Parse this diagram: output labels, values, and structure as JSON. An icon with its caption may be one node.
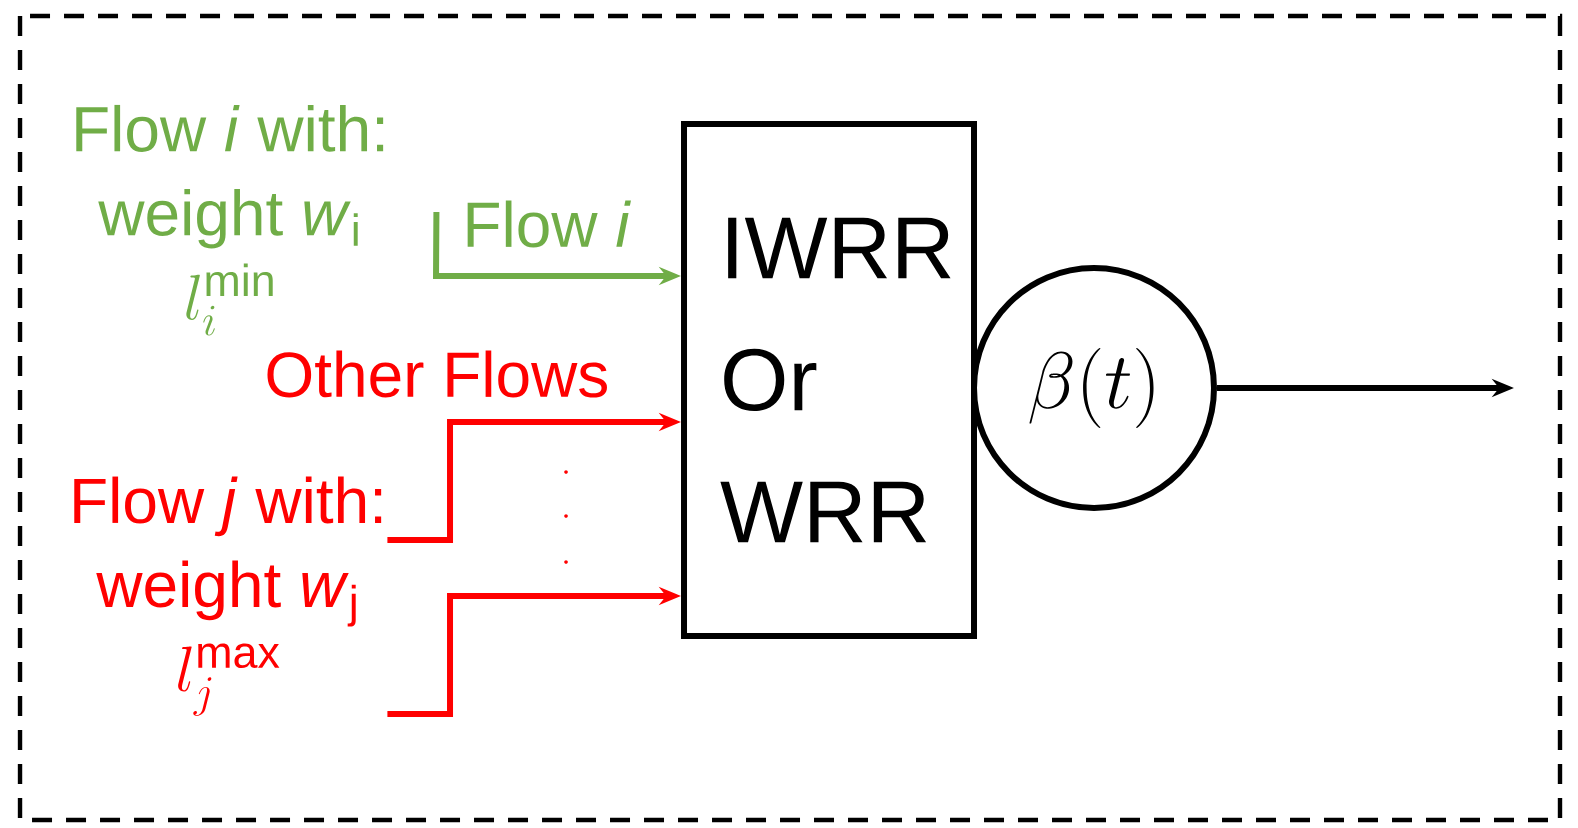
{
  "diagram": {
    "nodes": [
      {
        "text": [
          "Flow *i* with:",
          "weight *w*$_{i}$",
          "l_i^{\\min}"
        ]
      },
      {
        "text": [
          "IWRR Or WRR"
        ]
      },
      {
        "text": [
          "\\beta(t)"
        ]
      },
      {
        "text": [
          "Flow *j* with:",
          "weight *w*$_{j}$",
          "l_j^{\\max}"
        ]
      }
    ],
    "edges": [
      {
        "from": 0,
        "to": 1,
        "arrow": "to",
        "label": "Flow *i*",
        "color": "#70ad47"
      },
      {
        "from": 3,
        "to": 1,
        "arrow": "to",
        "label": "Other Flows",
        "color": "#ff0000"
      },
      {
        "from": 3,
        "to": 1,
        "arrow": "to",
        "color": "#ff0000"
      },
      {
        "from": 2,
        "to": null,
        "arrow": "to",
        "color": "#000000"
      }
    ]
  }
}
